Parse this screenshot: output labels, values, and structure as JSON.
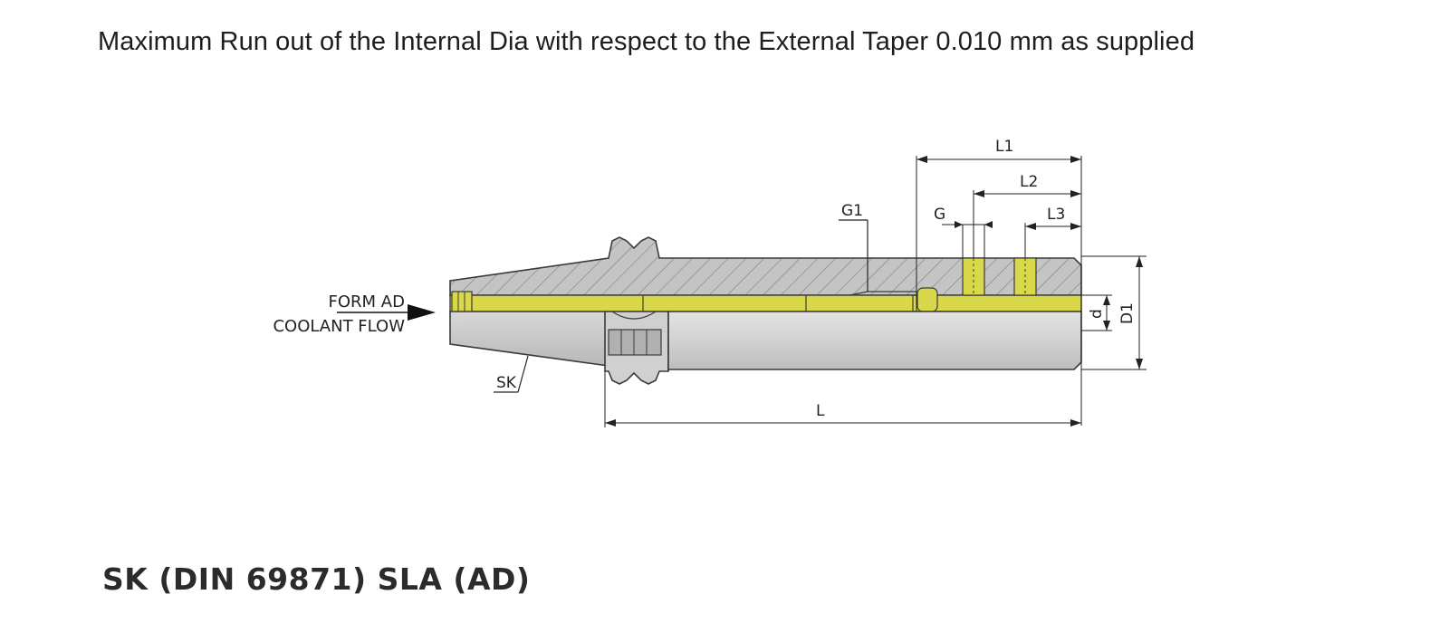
{
  "headline": "Maximum Run out of the Internal Dia with respect to the External Taper 0.010 mm as supplied",
  "product_title": "SK (DIN 69871) SLA (AD)",
  "coolant": {
    "line1": "FORM AD",
    "line2": "COOLANT FLOW"
  },
  "dimensions": {
    "sk": "SK",
    "g1": "G1",
    "g": "G",
    "l1": "L1",
    "l2": "L2",
    "l3": "L3",
    "l": "L",
    "d": "d",
    "d1": "D1"
  },
  "colors": {
    "steel": "#c8c8c8",
    "steel_dark": "#b4b4b4",
    "hatch": "#8a8a8a",
    "coolant": "#d8d84a",
    "outline": "#3a3a3a",
    "text": "#222222"
  }
}
